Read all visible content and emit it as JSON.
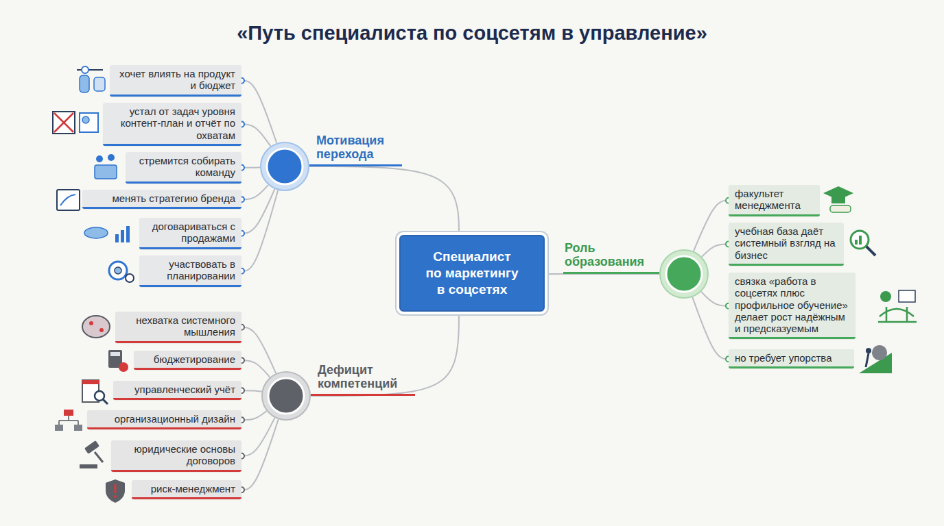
{
  "diagram": {
    "title": "«Путь специалиста по соцсетям в управление»",
    "nodes": [
      {
        "text": [
          "Специалист по маркетингу в соцсетях"
        ]
      },
      {
        "text": [
          "Мотивация перехода"
        ]
      },
      {
        "text": [
          "хочет влиять на продукт и бюджет"
        ]
      },
      {
        "text": [
          "устал от задач уровня контент-план и отчёт по охватам"
        ]
      },
      {
        "text": [
          "стремится собирать команду"
        ]
      },
      {
        "text": [
          "менять стратегию бренда"
        ]
      },
      {
        "text": [
          "договариваться с продажами"
        ]
      },
      {
        "text": [
          "участвовать в планировании"
        ]
      },
      {
        "text": [
          "Дефицит компетенций"
        ]
      },
      {
        "text": [
          "нехватка системного мышления"
        ]
      },
      {
        "text": [
          "бюджетирование"
        ]
      },
      {
        "text": [
          "управленческий учёт"
        ]
      },
      {
        "text": [
          "организационный дизайн"
        ]
      },
      {
        "text": [
          "юридические основы договоров"
        ]
      },
      {
        "text": [
          "риск-менеджмент"
        ]
      },
      {
        "text": [
          "Роль образования"
        ]
      },
      {
        "text": [
          "факультет менеджмента"
        ]
      },
      {
        "text": [
          "учебная база даёт системный взгляд на бизнес"
        ]
      },
      {
        "text": [
          "связка «работа в соцсетях плюс профильное обучение» делает рост надёжным и предсказуемым"
        ]
      },
      {
        "text": [
          "но требует упорства"
        ]
      }
    ],
    "edges": [
      {
        "from": 0,
        "to": 1,
        "arrow": "none"
      },
      {
        "from": 0,
        "to": 8,
        "arrow": "none"
      },
      {
        "from": 0,
        "to": 15,
        "arrow": "none"
      },
      {
        "from": 1,
        "to": 2,
        "arrow": "none"
      },
      {
        "from": 1,
        "to": 3,
        "arrow": "none"
      },
      {
        "from": 1,
        "to": 4,
        "arrow": "none"
      },
      {
        "from": 1,
        "to": 5,
        "arrow": "none"
      },
      {
        "from": 1,
        "to": 6,
        "arrow": "none"
      },
      {
        "from": 1,
        "to": 7,
        "arrow": "none"
      },
      {
        "from": 8,
        "to": 9,
        "arrow": "none"
      },
      {
        "from": 8,
        "to": 10,
        "arrow": "none"
      },
      {
        "from": 8,
        "to": 11,
        "arrow": "none"
      },
      {
        "from": 8,
        "to": 12,
        "arrow": "none"
      },
      {
        "from": 8,
        "to": 13,
        "arrow": "none"
      },
      {
        "from": 8,
        "to": 14,
        "arrow": "none"
      },
      {
        "from": 15,
        "to": 16,
        "arrow": "none"
      },
      {
        "from": 15,
        "to": 17,
        "arrow": "none"
      },
      {
        "from": 15,
        "to": 18,
        "arrow": "none"
      },
      {
        "from": 15,
        "to": 19,
        "arrow": "none"
      }
    ]
  }
}
